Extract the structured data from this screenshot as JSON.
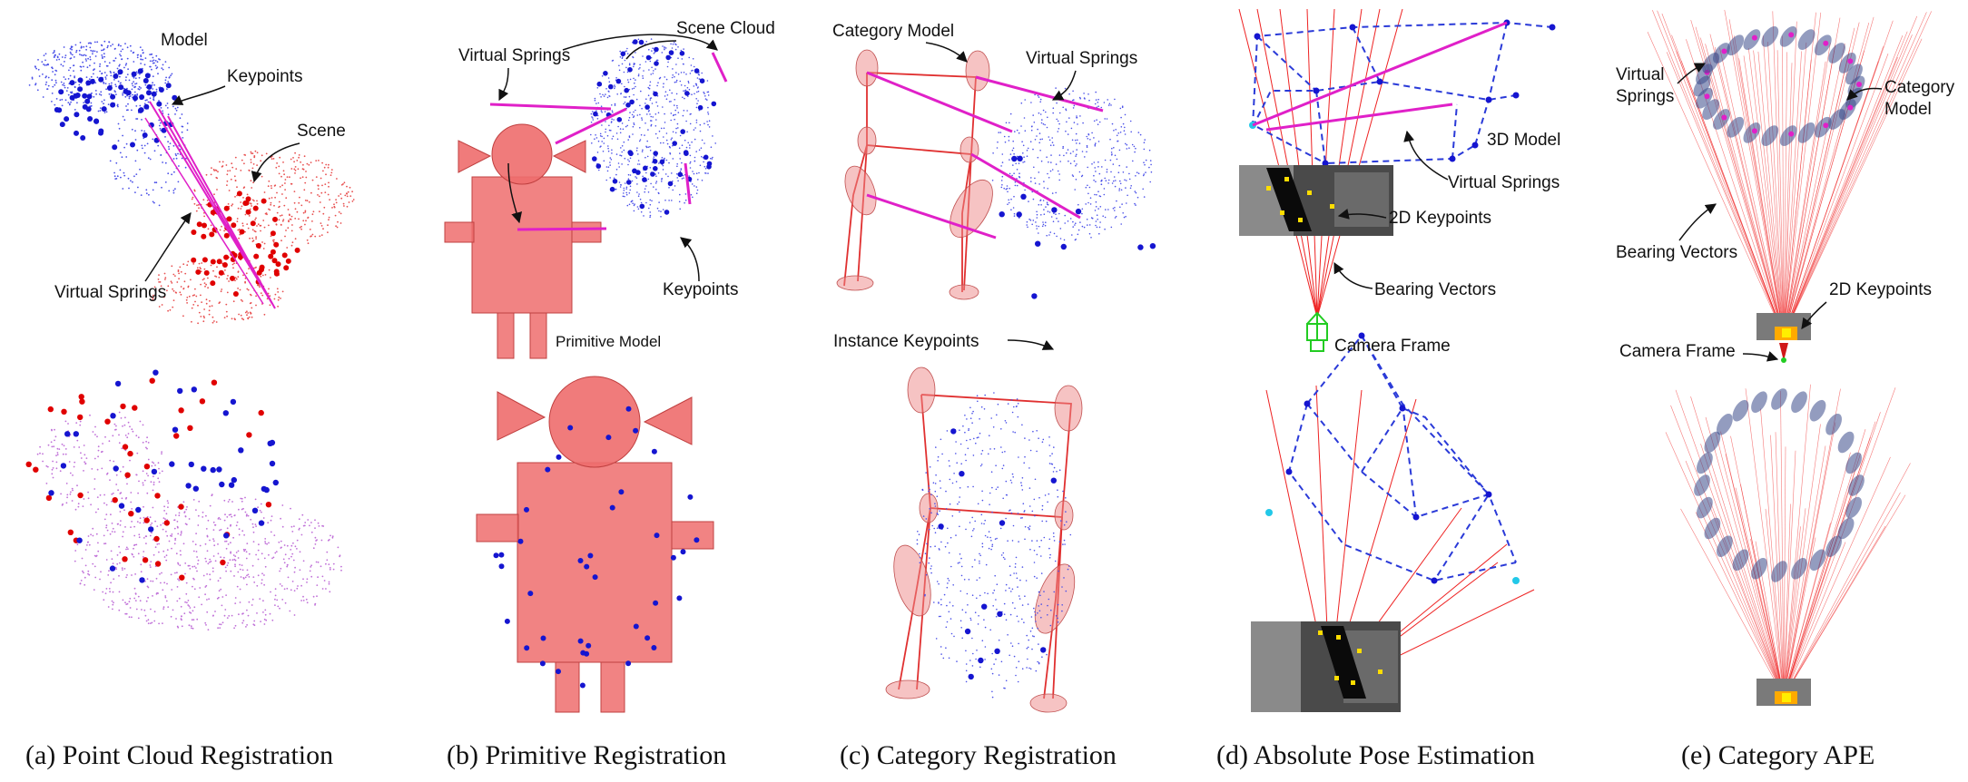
{
  "panels": [
    {
      "caption": "(a) Point Cloud Registration",
      "labels": [
        "Model",
        "Keypoints",
        "Scene",
        "Virtual Springs"
      ]
    },
    {
      "caption": "(b) Primitive Registration",
      "labels": [
        "Scene Cloud",
        "Virtual Springs",
        "Keypoints",
        "Primitive Model"
      ]
    },
    {
      "caption": "(c) Category Registration",
      "labels": [
        "Category Model",
        "Virtual Springs",
        "Instance Keypoints"
      ]
    },
    {
      "caption": "(d) Absolute Pose Estimation",
      "labels": [
        "3D Model",
        "Virtual Springs",
        "2D Keypoints",
        "Bearing Vectors",
        "Camera Frame"
      ]
    },
    {
      "caption": "(e) Category APE",
      "labels": [
        "Virtual Springs",
        "Category Model",
        "Bearing Vectors",
        "2D Keypoints",
        "Camera Frame"
      ]
    }
  ],
  "colors": {
    "model_points": "#4a50e8",
    "keypoints_blue": "#1515d0",
    "scene_points": "#e85050",
    "keypoints_red": "#e00000",
    "spring": "#e020c8",
    "primitive": "#ee6d6d",
    "bearing": "#ee2222",
    "wireframe": "#2a3ad8",
    "camera": "#22cc22"
  }
}
